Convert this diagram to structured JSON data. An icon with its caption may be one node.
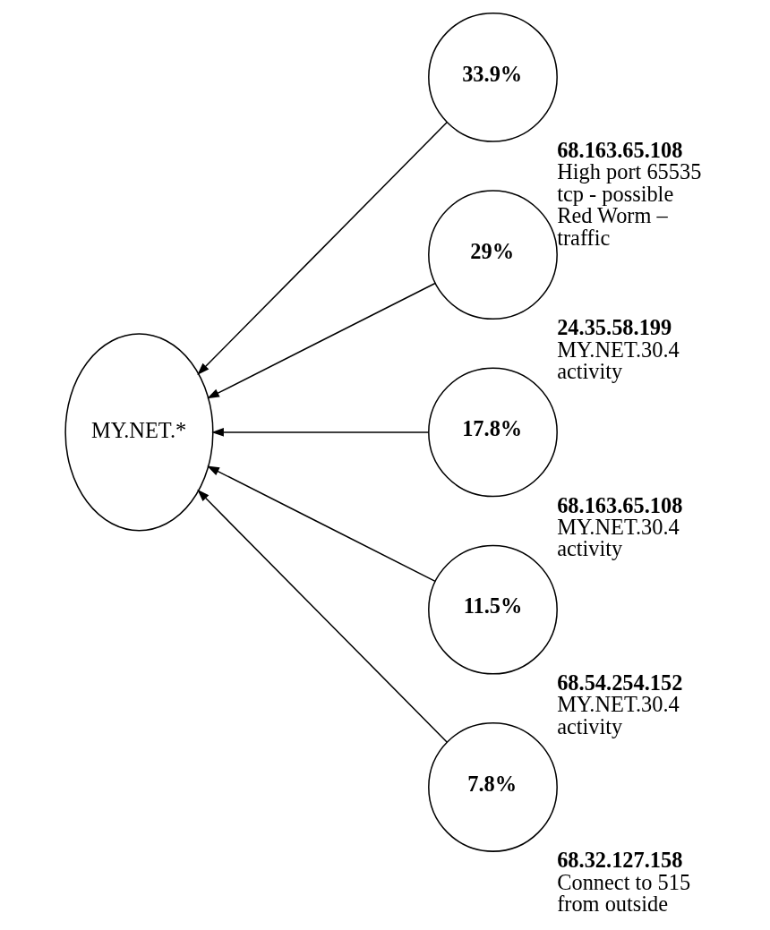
{
  "diagram": {
    "nodes": [
      {
        "text": [
          "MY.NET.*"
        ]
      },
      {
        "text": [
          "33.9%"
        ],
        "beside": [
          "68.163.65.108",
          "High port 65535 tcp - possible Red Worm – traffic"
        ]
      },
      {
        "text": [
          "29%"
        ],
        "beside": [
          "24.35.58.199",
          "MY.NET.30.4 activity"
        ]
      },
      {
        "text": [
          "17.8%"
        ],
        "beside": [
          "68.163.65.108",
          "MY.NET.30.4 activity"
        ]
      },
      {
        "text": [
          "11.5%"
        ],
        "beside": [
          "68.54.254.152",
          "MY.NET.30.4 activity"
        ]
      },
      {
        "text": [
          "7.8%"
        ],
        "beside": [
          "68.32.127.158",
          "Connect to 515 from outside"
        ]
      }
    ],
    "edges": [
      {
        "from": 1,
        "to": 0,
        "arrow": "to"
      },
      {
        "from": 2,
        "to": 0,
        "arrow": "to"
      },
      {
        "from": 3,
        "to": 0,
        "arrow": "to"
      },
      {
        "from": 4,
        "to": 0,
        "arrow": "to"
      },
      {
        "from": 5,
        "to": 0,
        "arrow": "to"
      }
    ]
  }
}
